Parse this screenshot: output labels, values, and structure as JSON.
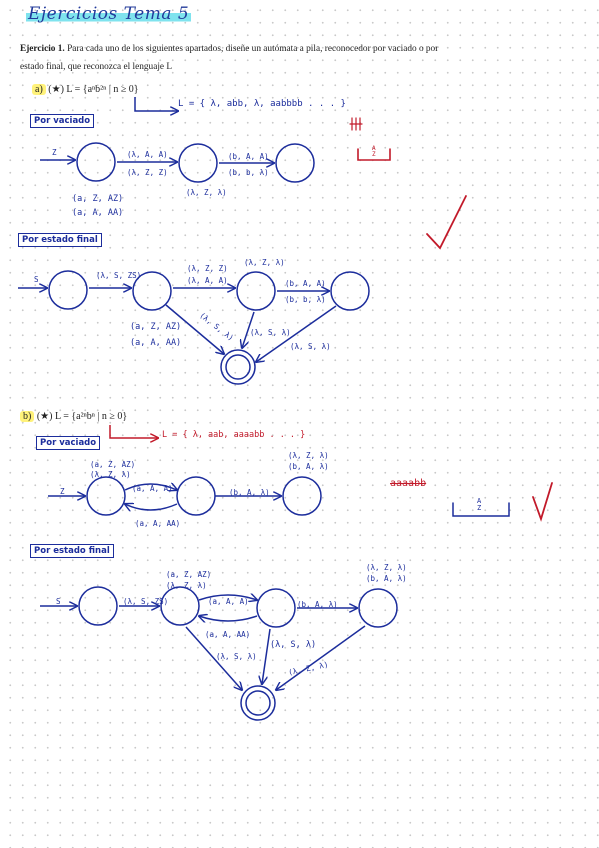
{
  "title": "Ejercicios Tema 5",
  "statement": {
    "heading": "Ejercicio 1.",
    "text": "Para cada uno de los siguientes apartados, diseñe un autómata a pila, reconocedor por vaciado o por estado final, que reconozca el lenguaje L"
  },
  "part_a": {
    "label": "a)",
    "language": "(★) L = {aⁿb²ⁿ | n ≥ 0}",
    "words": "L = { λ, abb, λ, aabbbb . . . }",
    "vaciado": {
      "title": "Por vaciado",
      "start_symbol": "Z",
      "t1": [
        "(λ, A, A)",
        "(λ, Z, Z)"
      ],
      "t2": [
        "(b, A, A)",
        "(b, b, λ)"
      ],
      "below_q1": "(λ, Z, λ)",
      "loop0": [
        "(a, Z, AZ)",
        "(a, A, AA)"
      ],
      "stack_note": "A\nZ"
    },
    "final": {
      "title": "Por estado final",
      "start_symbol": "S",
      "t01": "(λ, S, ZS)",
      "t12": [
        "(λ, Z, Z)",
        "(λ, A, A)"
      ],
      "loop2": "(λ, Z, λ)",
      "t23": [
        "(b, A, A)",
        "(b, b, λ)"
      ],
      "to_final_1": "(λ, S, λ)",
      "to_final_2": "(λ, S, λ)",
      "to_final_3": "(λ, S, λ)",
      "loop1": [
        "(a, Z, AZ)",
        "(a, A, AA)"
      ]
    }
  },
  "part_b": {
    "label": "b)",
    "language": "(★) L = {a²ⁿbⁿ | n ≥ 0}",
    "words": "L = { λ, aab, aaaabb . . . }",
    "vaciado": {
      "title": "Por vaciado",
      "start_symbol": "Z",
      "loop0": [
        "(a, Z, AZ)",
        "(λ, Z, λ)"
      ],
      "t01": "(a, A, A)",
      "t10": "(a, A, AA)",
      "t02": "(b, A, λ)",
      "loop2": [
        "(λ, Z, λ)",
        "(b, A, λ)"
      ],
      "scribble": "aaaabb",
      "stack_note": "A\nZ"
    },
    "final": {
      "title": "Por estado final",
      "start_symbol": "S",
      "t01": "(λ, S, ZS)",
      "loop1": [
        "(a, Z, AZ)",
        "(λ, Z, λ)"
      ],
      "t12": "(a, A, A)",
      "t21": "(a, A, AA)",
      "t23": "(b, A, λ)",
      "loop3": [
        "(λ, Z, λ)",
        "(b, A, λ)"
      ],
      "to_final_1": "(λ, S, λ)",
      "to_final_2": "(λ, S, λ)",
      "to_final_3": "(λ, Z, λ)"
    }
  },
  "marks": {
    "check": "✓"
  },
  "colors": {
    "ink": "#1c2d9c",
    "red": "#c21a2a",
    "highlight_title": "#7fe3ee",
    "highlight_label": "#fff27a"
  }
}
